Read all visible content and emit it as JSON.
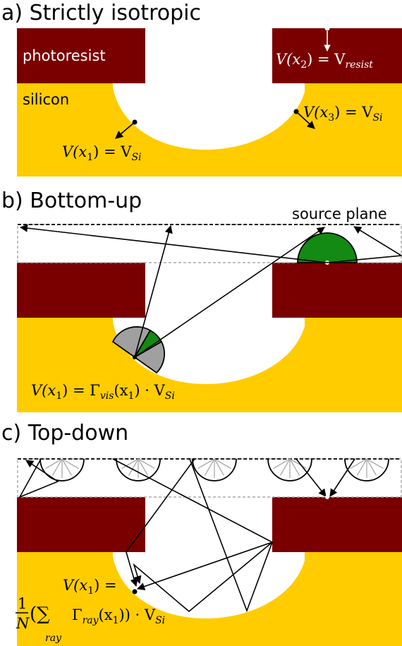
{
  "colors": {
    "silicon": "#ffcc00",
    "photoresist": "#7a0000",
    "visible": "#138a13",
    "hidden": "#a0a0a0",
    "background": "#ffffff"
  },
  "panel_a": {
    "title": "a) Strictly isotropic",
    "photoresist_label": "photoresist",
    "silicon_label": "silicon",
    "eq1": {
      "lhs": "V(x",
      "sub": "1",
      "mid": ") = V",
      "sub2": "Si"
    },
    "eq2": {
      "lhs": "V(x",
      "sub": "2",
      "mid": ") = V",
      "sub2": "resist"
    },
    "eq3": {
      "lhs": "V(x",
      "sub": "3",
      "mid": ") = V",
      "sub2": "Si"
    }
  },
  "panel_b": {
    "title": "b) Bottom-up",
    "source_plane_label": "source plane",
    "eq": {
      "lhs": "V(x",
      "sub": "1",
      "mid": ") = Γ",
      "gamma_sub": "vis",
      "arg": "(x",
      "arg_sub": "1",
      "tail": ") · V",
      "sub2": "Si"
    }
  },
  "panel_c": {
    "title": "c) Top-down",
    "eq_top": {
      "lhs": "V(x",
      "sub": "1",
      "tail": ") ="
    },
    "eq_bottom": {
      "frac_num": "1",
      "frac_den": "N",
      "sum": "(∑",
      "sum_sub": "ray",
      "gamma": "Γ",
      "gamma_sub": "ray",
      "arg": "(x",
      "arg_sub": "1",
      "tail": ")) · V",
      "sub2": "Si"
    }
  }
}
